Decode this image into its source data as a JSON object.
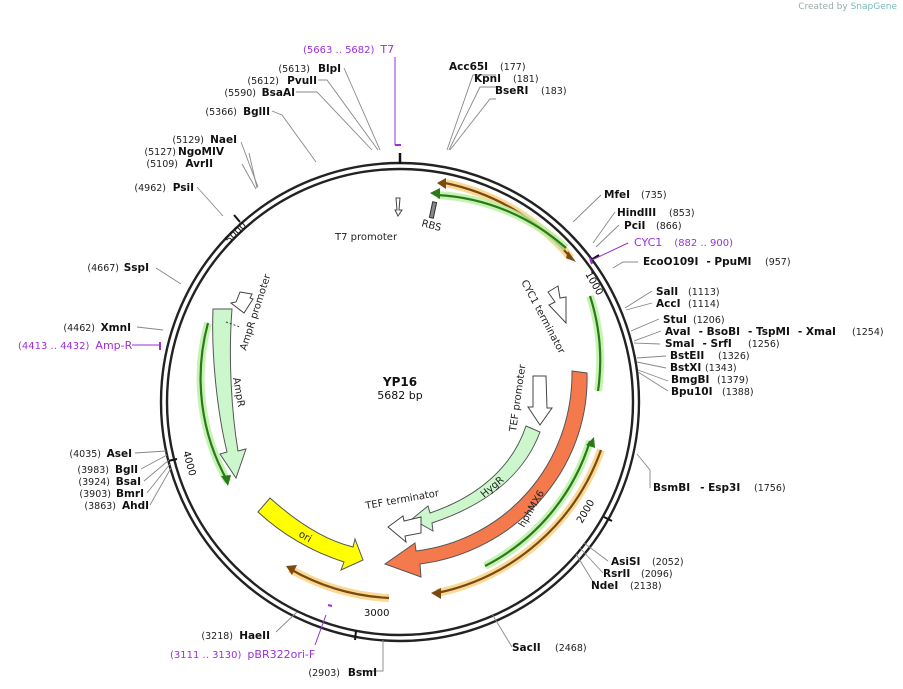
{
  "credit": {
    "prefix": "Created by",
    "brand": "SnapGene"
  },
  "plasmid": {
    "name": "YP16",
    "length_label": "5682 bp"
  },
  "ticks": [
    "1000",
    "2000",
    "3000",
    "4000",
    "5000"
  ],
  "sites": [
    {
      "name": "Acc65I",
      "pos": "(177)"
    },
    {
      "name": "KpnI",
      "pos": "(181)"
    },
    {
      "name": "BseRI",
      "pos": "(183)"
    },
    {
      "name": "MfeI",
      "pos": "(735)"
    },
    {
      "name": "HindIII",
      "pos": "(853)"
    },
    {
      "name": "PciI",
      "pos": "(866)"
    },
    {
      "name": "EcoO109I",
      "name2": "- PpuMI",
      "pos": "(957)"
    },
    {
      "name": "SalI",
      "pos": "(1113)"
    },
    {
      "name": "AccI",
      "pos": "(1114)"
    },
    {
      "name": "StuI",
      "pos": "(1206)"
    },
    {
      "name": "AvaI",
      "name2": "- BsoBI",
      "name3": "- TspMI",
      "name4": "- XmaI",
      "pos": "(1254)"
    },
    {
      "name": "SmaI",
      "name2": "- SrfI",
      "pos": "(1256)"
    },
    {
      "name": "BstEII",
      "pos": "(1326)"
    },
    {
      "name": "BstXI",
      "pos": "(1343)"
    },
    {
      "name": "BmgBI",
      "pos": "(1379)"
    },
    {
      "name": "Bpu10I",
      "pos": "(1388)"
    },
    {
      "name": "BsmBI",
      "name2": "- Esp3I",
      "pos": "(1756)"
    },
    {
      "name": "AsiSI",
      "pos": "(2052)"
    },
    {
      "name": "RsrII",
      "pos": "(2096)"
    },
    {
      "name": "NdeI",
      "pos": "(2138)"
    },
    {
      "name": "SacII",
      "pos": "(2468)"
    },
    {
      "name": "BsmI",
      "pos": "(2903)"
    },
    {
      "name": "HaeII",
      "pos": "(3218)"
    },
    {
      "name": "AhdI",
      "pos": "(3863)"
    },
    {
      "name": "BmrI",
      "pos": "(3903)"
    },
    {
      "name": "BsaI",
      "pos": "(3924)"
    },
    {
      "name": "BglI",
      "pos": "(3983)"
    },
    {
      "name": "AseI",
      "pos": "(4035)"
    },
    {
      "name": "XmnI",
      "pos": "(4462)"
    },
    {
      "name": "SspI",
      "pos": "(4667)"
    },
    {
      "name": "PsiI",
      "pos": "(4962)"
    },
    {
      "name": "AvrII",
      "pos": "(5109)"
    },
    {
      "name": "NgoMIV",
      "pos": "(5127)"
    },
    {
      "name": "NaeI",
      "pos": "(5129)"
    },
    {
      "name": "BglII",
      "pos": "(5366)"
    },
    {
      "name": "BsaAI",
      "pos": "(5590)"
    },
    {
      "name": "PvuII",
      "pos": "(5612)"
    },
    {
      "name": "BlpI",
      "pos": "(5613)"
    }
  ],
  "primers": [
    {
      "range": "(5663 .. 5682)",
      "name": "T7"
    },
    {
      "range": "(882 .. 900)",
      "name": "CYC1"
    },
    {
      "range": "(4413 .. 4432)",
      "name": "Amp-R"
    },
    {
      "range": "(3111 .. 3130)",
      "name": "pBR322ori-F"
    }
  ],
  "features": {
    "t7_promoter": "T7 promoter",
    "rbs": "RBS",
    "cyc1_terminator": "CYC1 terminator",
    "tef_promoter": "TEF promoter",
    "hygr": "HygR",
    "hphmx6": "hphMX6",
    "tef_terminator": "TEF terminator",
    "ori": "ori",
    "ampr": "AmpR",
    "ampr_promoter": "AmpR promoter"
  },
  "colors": {
    "backbone": "#222222",
    "hphmx6": "#f47a4e",
    "hygr": "#ccf7cc",
    "ori": "#ffff00",
    "ampr": "#ccf7cc",
    "primer": "#9b30d9",
    "orf_green": "#2a7a1a",
    "orf_orange": "#7a4a10"
  }
}
